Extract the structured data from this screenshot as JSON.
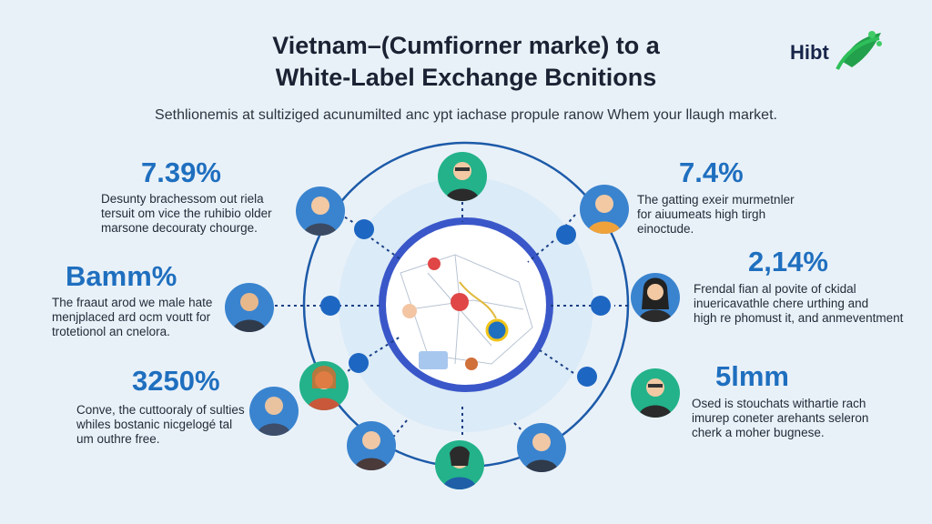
{
  "header": {
    "title_line1": "Vietnam–(Cumfiorner marke) to a",
    "title_line2": "White-Label Exchange Bcnitions",
    "subtitle": "Sethlionemis at sultiziged acunumilted anc ypt iachase propule ranow Whem your llaugh market.",
    "logo_text": "Hibt"
  },
  "left_items": [
    {
      "stat": "7.39%",
      "lines": [
        "Desunty brachessom out riela",
        "tersuit om vice the ruhibio older",
        "marsone decouraty chourge."
      ]
    },
    {
      "stat": "Bamm%",
      "lines": [
        "The fraaut arod we male hate",
        "menjplaced ard ocm voutt for",
        "trotetionol an cnelora."
      ]
    },
    {
      "stat": "3250%",
      "lines": [
        "Conve, the cuttooraly of sulties",
        "whiles bostanic nicgelogé tal",
        "um outhre free."
      ]
    }
  ],
  "right_items": [
    {
      "stat": "7.4%",
      "lines": [
        "The gatting exeir murmetnler",
        "for aiuumeats high tirgh",
        "einoctude."
      ]
    },
    {
      "stat": "2,14%",
      "lines": [
        "Frendal fian al povite of ckidal",
        "inuericavathle chere urthing and",
        "high re phomust it, and anmeventment"
      ]
    },
    {
      "stat": "5lmm",
      "lines": [
        "Osed is stouchats withartie rach",
        "imurep coneter arehants seleron",
        "cherk a moher bugnese."
      ]
    }
  ],
  "colors": {
    "background": "#e9f1f8",
    "accent_blue": "#1f6fbf",
    "ring": "#1c5aa8",
    "node": "#1d66c2",
    "avatar_green": "#23b28a",
    "avatar_blue": "#3a84cf",
    "avatar_orange": "#f0a23a"
  },
  "icons": [
    "person-avatar-icon",
    "map-pin-icon",
    "coin-icon",
    "leaf-logo-icon"
  ]
}
